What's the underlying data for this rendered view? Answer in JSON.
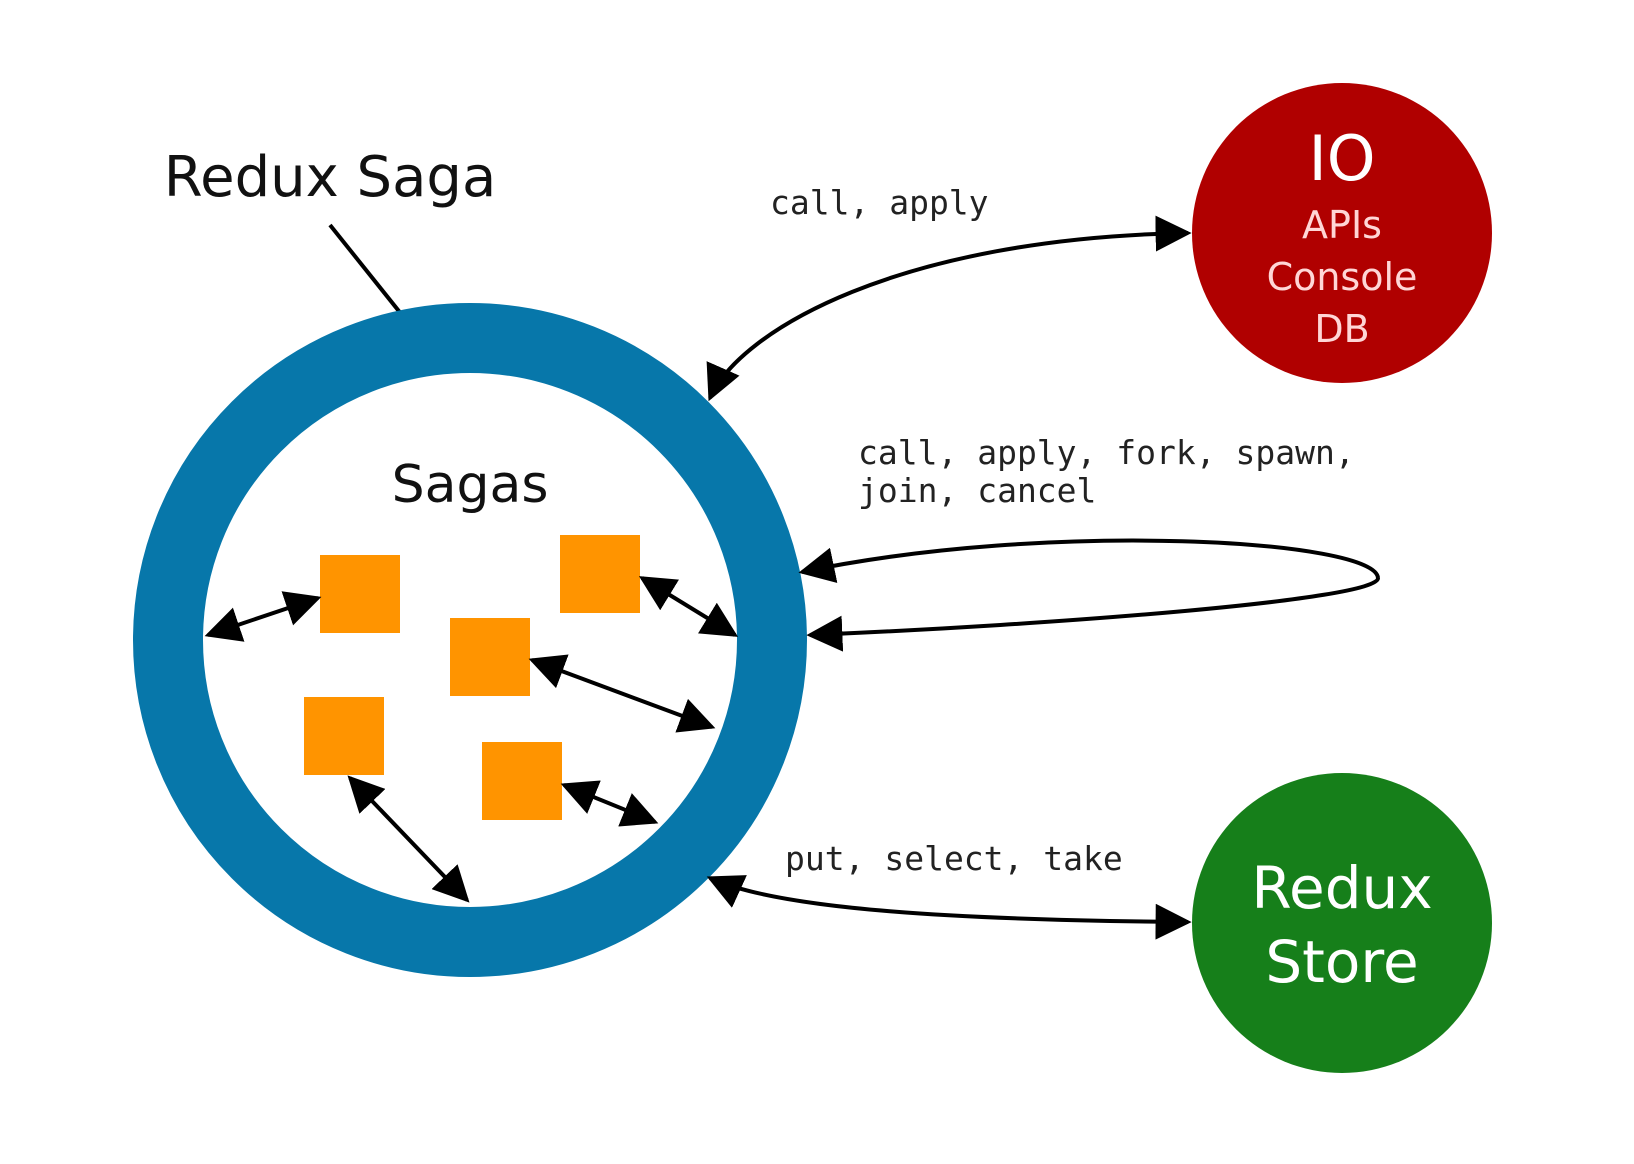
{
  "title": "Redux Saga",
  "container_label": "Sagas",
  "nodes": {
    "io": {
      "title": "IO",
      "items": [
        "APIs",
        "Console",
        "DB"
      ],
      "color": "#b00000",
      "text_color": "#ffd6d6"
    },
    "store": {
      "lines": [
        "Redux",
        "Store"
      ],
      "color": "#167f1a",
      "text_color": "#ffffff"
    }
  },
  "edge_labels": {
    "io": "call, apply",
    "self_line1": "call, apply, fork, spawn,",
    "self_line2": "join, cancel",
    "store": "put, select, take"
  },
  "colors": {
    "ring": "#0777aa",
    "saga_box": "#ff9400",
    "arrow": "#000000"
  },
  "saga_count": 5
}
